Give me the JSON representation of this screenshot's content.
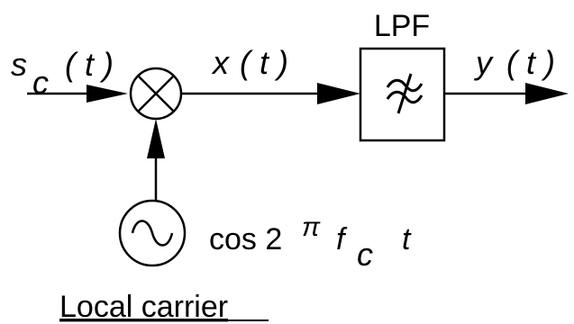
{
  "signals": {
    "input": {
      "symbol": "s",
      "subscript": "c",
      "arg": "( t )"
    },
    "mixed": {
      "symbol": "x",
      "arg": "( t )"
    },
    "output": {
      "symbol": "y",
      "arg": "( t )"
    }
  },
  "filter": {
    "label": "LPF"
  },
  "oscillator": {
    "expr_cos": "cos 2",
    "expr_pi": "π",
    "expr_f": "f",
    "expr_sub": "c",
    "expr_t": "t"
  },
  "caption": {
    "text": "Local carrier"
  }
}
